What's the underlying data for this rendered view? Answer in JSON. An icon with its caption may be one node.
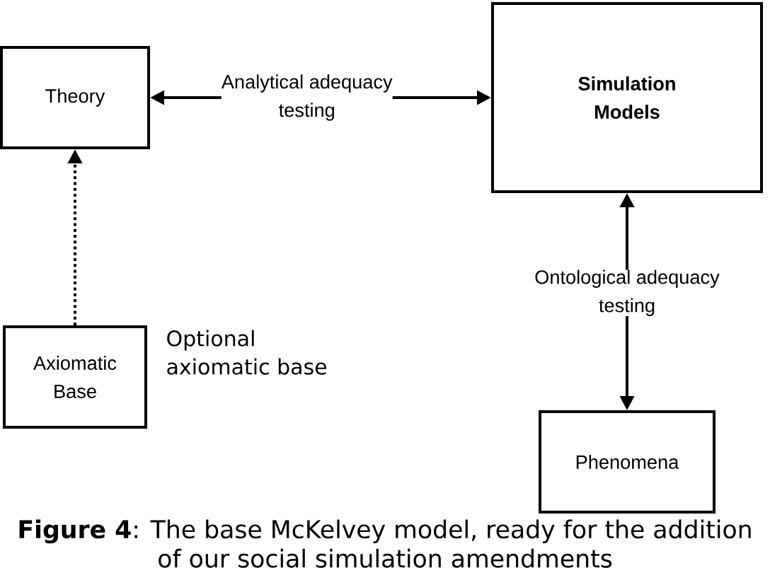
{
  "diagram": {
    "caption": "**Figure 4**: The base McKelvey model, ready for the addition of our social simulation amendments",
    "nodes": [
      {
        "text": [
          "Theory"
        ]
      },
      {
        "text": [
          "Simulation Models"
        ]
      },
      {
        "text": [
          "Axiomatic Base"
        ],
        "beside": [
          "Optional axiomatic base"
        ]
      },
      {
        "text": [
          "Phenomena"
        ]
      }
    ],
    "edges": [
      {
        "from": 0,
        "to": 1,
        "arrow": "both",
        "label": "Analytical adequacy testing"
      },
      {
        "from": 2,
        "to": 0,
        "arrow": "to",
        "style": "dashed"
      },
      {
        "from": 1,
        "to": 3,
        "arrow": "both",
        "label": "Ontological adequacy testing"
      }
    ]
  }
}
